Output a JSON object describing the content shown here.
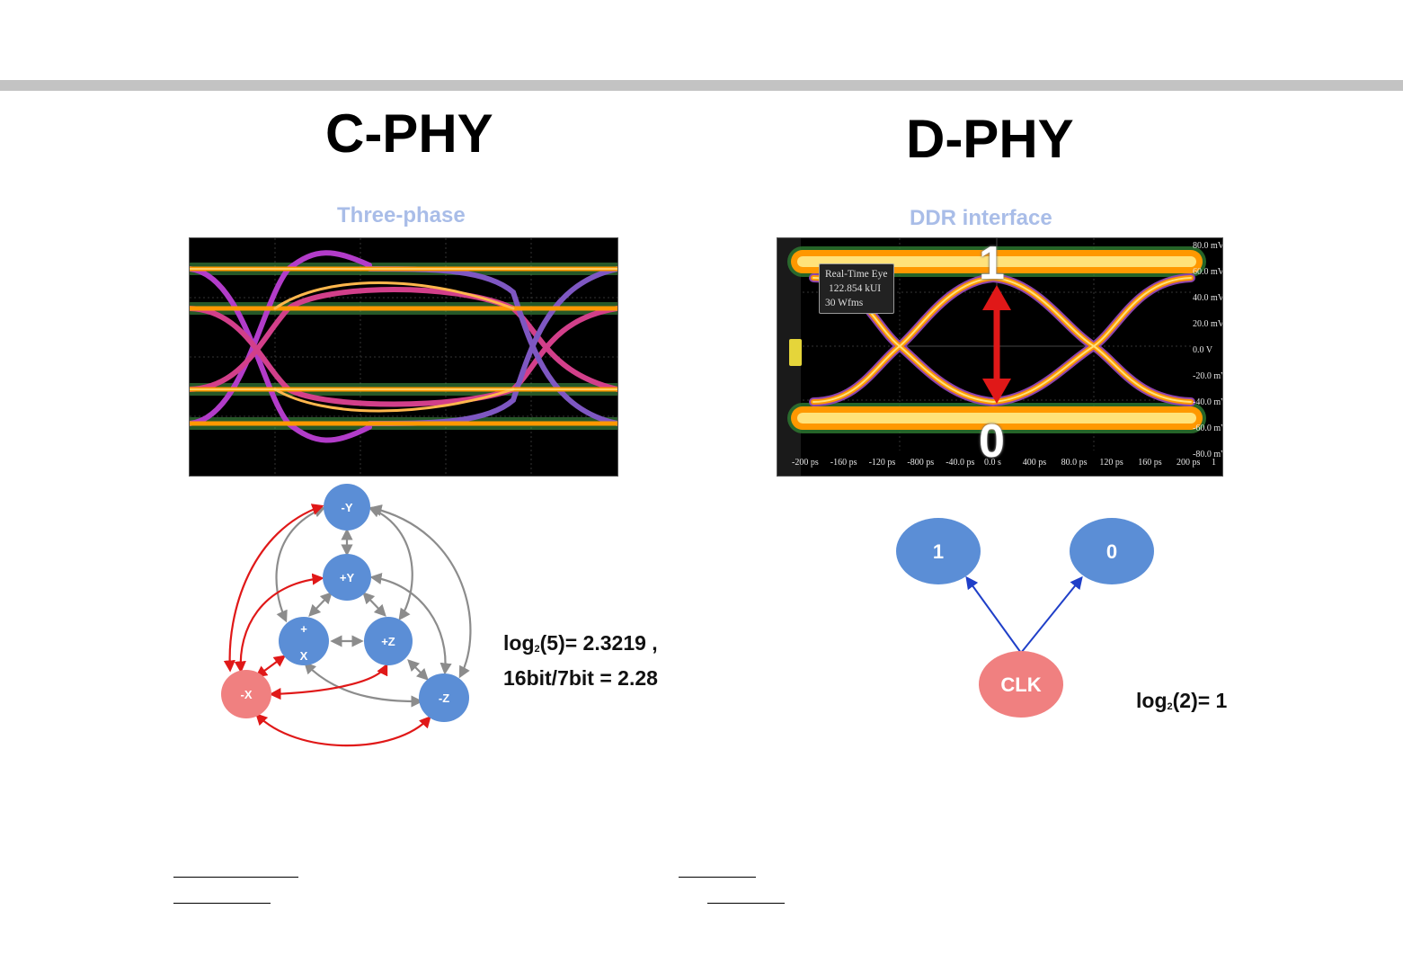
{
  "titles": {
    "left": "C-PHY",
    "right": "D-PHY"
  },
  "subtitles": {
    "left": "Three-phase",
    "right": "DDR interface"
  },
  "dphy_scope": {
    "tooltip": [
      "Real-Time Eye",
      "122.854 kUI",
      "30 Wfms"
    ],
    "bit_high": "1",
    "bit_low": "0",
    "y_ticks": [
      "80.0 mV",
      "60.0 mV",
      "40.0 mV",
      "20.0 mV",
      "0.0 V",
      "-20.0 mV",
      "-40.0 mV",
      "-60.0 mV",
      "-80.0 mV"
    ],
    "x_ticks": [
      "-200 ps",
      "-160 ps",
      "-120 ps",
      "-800 ps",
      "-40.0 ps",
      "0.0 s",
      "400 ps",
      "80.0 ps",
      "120 ps",
      "160 ps",
      "200 ps",
      "1"
    ]
  },
  "cphy_graph": {
    "nodes": {
      "neg_y": "-Y",
      "pos_y": "+Y",
      "pos_x_top": "+",
      "pos_x_bottom": "X",
      "pos_z": "+Z",
      "neg_x": "-X",
      "neg_z": "-Z"
    }
  },
  "dphy_graph": {
    "nodes": {
      "one": "1",
      "zero": "0",
      "clk": "CLK"
    }
  },
  "formulas": {
    "cphy_line1_pre": "log",
    "cphy_line1_sub": "2",
    "cphy_line1_post": "(5)= 2.3219 ,",
    "cphy_line2": "16bit/7bit = 2.28",
    "dphy_pre": "log",
    "dphy_sub": "2",
    "dphy_post": "(2)= 1"
  },
  "colors": {
    "node_blue": "#5b8ed6",
    "node_red": "#f08080",
    "arrow_red": "#e01818",
    "arrow_gray": "#8c8c8c",
    "arrow_blue": "#1f3fc8",
    "subtitle": "#a9bde8"
  }
}
